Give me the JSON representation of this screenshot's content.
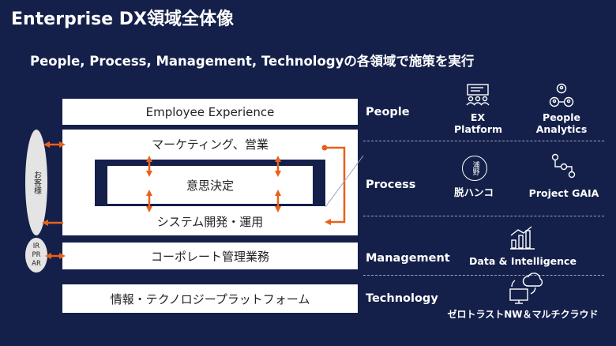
{
  "title": "Enterprise DX領域全体像",
  "subtitle": "People, Process, Management, Technologyの各領域で施策を実行",
  "customer_pill": {
    "label": "お客様"
  },
  "ir_pill": {
    "lines": [
      "IR",
      "PR",
      "AR"
    ]
  },
  "boxes": {
    "employee_experience": "Employee Experience",
    "marketing_sales": "マーケティング、営業",
    "decision_making": "意思決定",
    "system_dev_ops": "システム開発・運用",
    "corporate_management": "コーポレート管理業務",
    "info_tech_platform": "情報・テクノロジープラットフォーム"
  },
  "categories": {
    "people": "People",
    "process": "Process",
    "management": "Management",
    "technology": "Technology"
  },
  "initiatives": {
    "ex_platform": {
      "line1": "EX",
      "line2": "Platform",
      "icon": "presentation-people-icon"
    },
    "people_analytics": {
      "line1": "People",
      "line2": "Analytics",
      "icon": "org-people-icon"
    },
    "hanko": {
      "label": "脱ハンコ",
      "seal_text": "浦野",
      "icon": "seal-stamp-icon"
    },
    "project_gaia": {
      "label": "Project GAIA",
      "icon": "workflow-nodes-icon"
    },
    "data_intelligence": {
      "label": "Data & Intelligence",
      "icon": "bar-chart-icon"
    },
    "zero_trust": {
      "label": "ゼロトラストNW＆マルチクラウド",
      "icon": "cloud-monitor-icon"
    }
  },
  "colors": {
    "background": "#14204a",
    "arrow": "#e8611a",
    "box": "#ffffff",
    "pill": "#e4e4e4"
  }
}
